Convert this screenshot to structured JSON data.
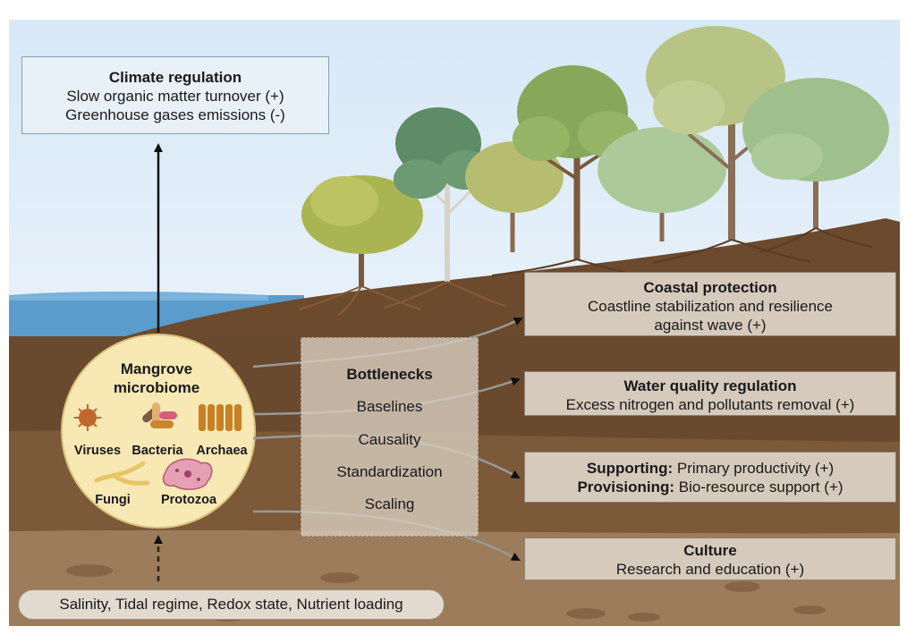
{
  "climate": {
    "title": "Climate regulation",
    "line1": "Slow organic matter turnover (+)",
    "line2": "Greenhouse gases emissions (-)"
  },
  "microbiome": {
    "title_line1": "Mangrove",
    "title_line2": "microbiome",
    "groups": [
      "Viruses",
      "Bacteria",
      "Archaea",
      "Fungi",
      "Protozoa"
    ]
  },
  "bottlenecks": {
    "title": "Bottlenecks",
    "items": [
      "Baselines",
      "Causality",
      "Standardization",
      "Scaling"
    ]
  },
  "coastal": {
    "title": "Coastal protection",
    "line1": "Coastline stabilization and resilience",
    "line2": "against wave (+)"
  },
  "water": {
    "title": "Water quality regulation",
    "line1": "Excess nitrogen and pollutants removal (+)"
  },
  "supporting": {
    "label1": "Supporting:",
    "text1": " Primary productivity (+)",
    "label2": "Provisioning:",
    "text2": " Bio-resource support (+)"
  },
  "culture": {
    "title": "Culture",
    "line1": "Research and education (+)"
  },
  "drivers": {
    "text": "Salinity, Tidal regime, Redox state, Nutrient loading"
  },
  "colors": {
    "sky": "#cfe3f5",
    "water": "#5d9fcf",
    "soil_dark": "#6a4a2e",
    "soil_mid": "#7a5838",
    "soil_light": "#9a7a58",
    "microbiome_circle": "#f6e7b2",
    "box_fill": "#d6cabc"
  }
}
